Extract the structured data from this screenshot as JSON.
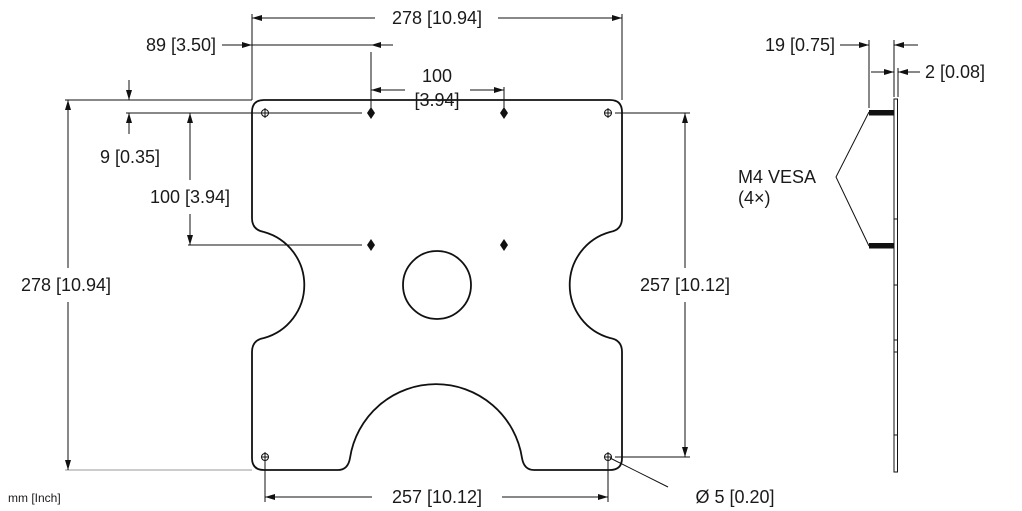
{
  "units_label": "mm [Inch]",
  "front_view": {
    "overall_width": "278 [10.94]",
    "overall_height": "278 [10.94]",
    "edge_to_hole_offset": "89 [3.50]",
    "vesa_spacing_h_value": "100",
    "vesa_spacing_h_inch": "[3.94]",
    "top_edge_offset": "9 [0.35]",
    "vesa_spacing_v": "100 [3.94]",
    "corner_hole_spacing_v": "257 [10.12]",
    "corner_hole_spacing_h": "257 [10.12]",
    "hole_diameter": "Ø 5 [0.20]"
  },
  "side_view": {
    "stud_depth": "19 [0.75]",
    "plate_thickness": "2 [0.08]",
    "stud_label_line1": "M4 VESA",
    "stud_label_line2": "(4×)"
  }
}
